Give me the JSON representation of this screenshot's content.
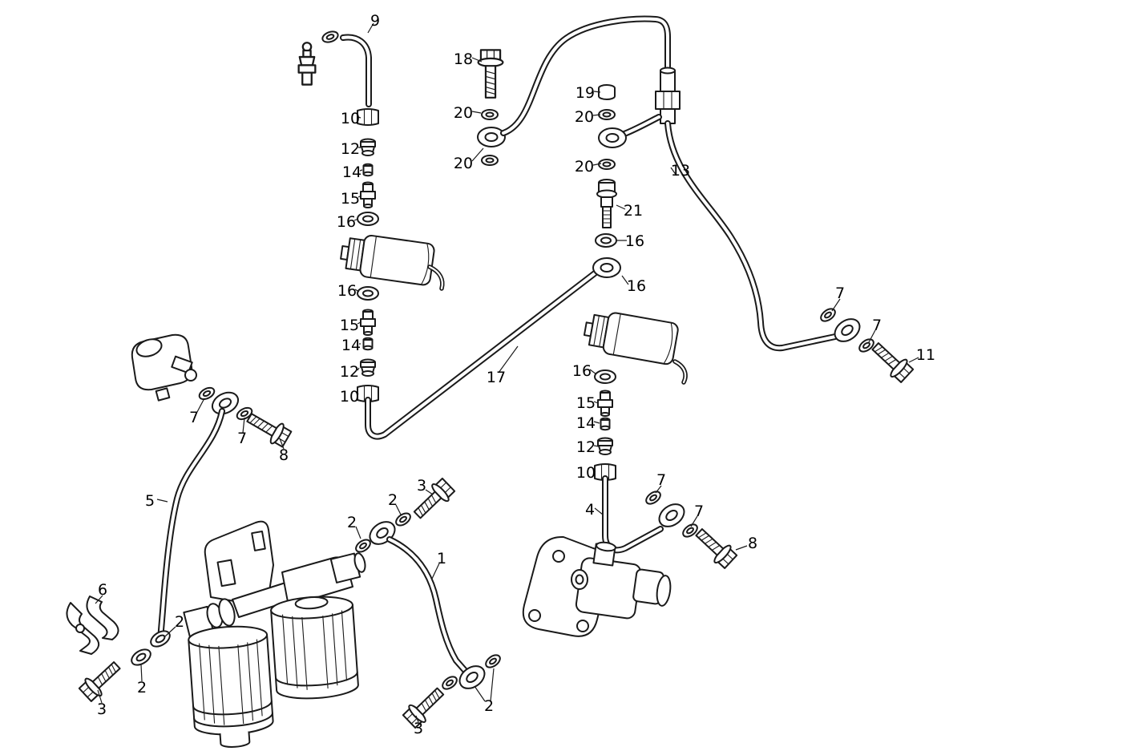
{
  "diagram": {
    "type": "exploded-parts-diagram",
    "subject": "Fuel lines, fuel filters and pump piping",
    "background_color": "#ffffff",
    "line_color": "#1a1a1a",
    "callouts": [
      {
        "label": "9"
      },
      {
        "label": "18"
      },
      {
        "label": "19"
      },
      {
        "label": "20"
      },
      {
        "label": "20"
      },
      {
        "label": "20"
      },
      {
        "label": "20"
      },
      {
        "label": "10"
      },
      {
        "label": "12"
      },
      {
        "label": "14"
      },
      {
        "label": "15"
      },
      {
        "label": "16"
      },
      {
        "label": "13"
      },
      {
        "label": "21"
      },
      {
        "label": "16"
      },
      {
        "label": "16"
      },
      {
        "label": "16"
      },
      {
        "label": "15"
      },
      {
        "label": "14"
      },
      {
        "label": "12"
      },
      {
        "label": "10"
      },
      {
        "label": "17"
      },
      {
        "label": "7"
      },
      {
        "label": "7"
      },
      {
        "label": "11"
      },
      {
        "label": "16"
      },
      {
        "label": "15"
      },
      {
        "label": "14"
      },
      {
        "label": "12"
      },
      {
        "label": "10"
      },
      {
        "label": "7"
      },
      {
        "label": "7"
      },
      {
        "label": "8"
      },
      {
        "label": "5"
      },
      {
        "label": "3"
      },
      {
        "label": "2"
      },
      {
        "label": "2"
      },
      {
        "label": "1"
      },
      {
        "label": "4"
      },
      {
        "label": "7"
      },
      {
        "label": "7"
      },
      {
        "label": "8"
      },
      {
        "label": "6"
      },
      {
        "label": "2"
      },
      {
        "label": "2"
      },
      {
        "label": "3"
      },
      {
        "label": "3"
      },
      {
        "label": "2"
      }
    ]
  }
}
